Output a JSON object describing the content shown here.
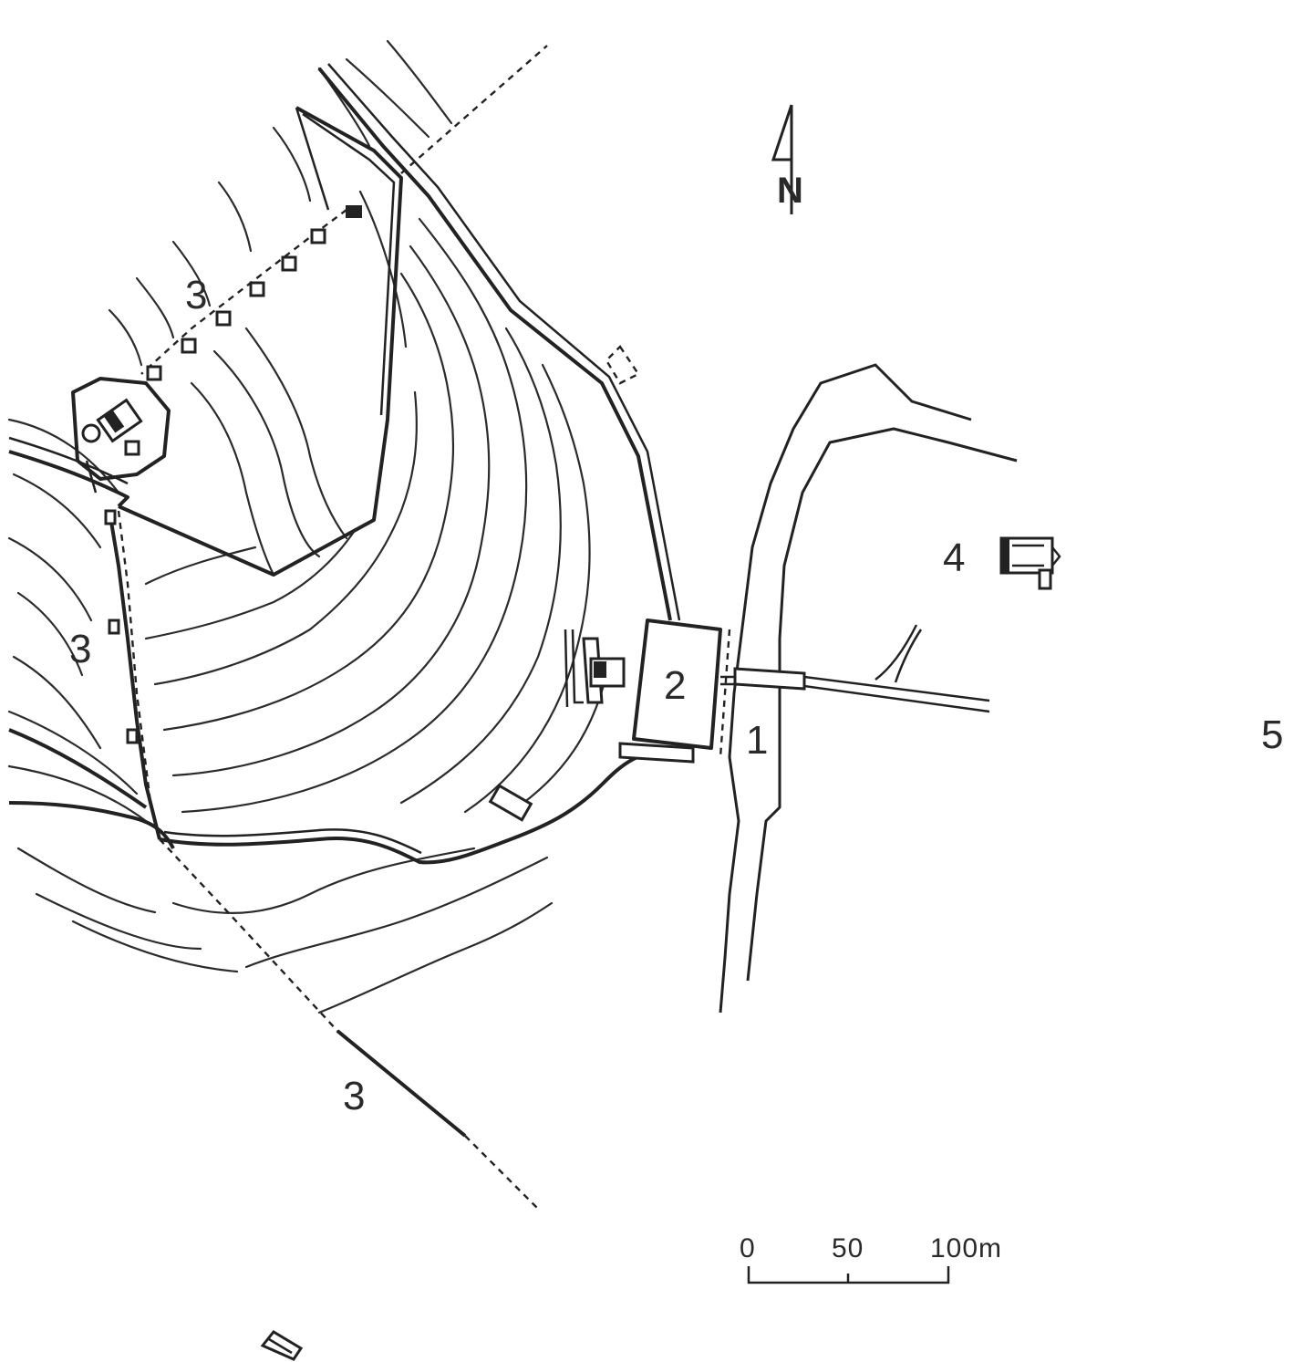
{
  "labels": {
    "l1": "1",
    "l2": "2",
    "l3a": "3",
    "l3b": "3",
    "l3c": "3",
    "l4": "4",
    "l5": "5"
  },
  "north": {
    "letter": "N"
  },
  "scale": {
    "tick0": "0",
    "tick50": "50",
    "tick100": "100m"
  },
  "colors": {
    "ink": "#222222",
    "paper": "#ffffff"
  }
}
